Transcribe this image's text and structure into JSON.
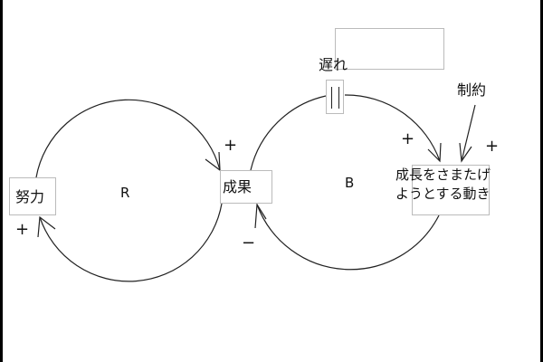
{
  "variables": {
    "effort": "努力",
    "result": "成果",
    "opposing_force": "成長をさまたげようとする動き",
    "opposing_force_line1": "成長をさまたげ",
    "opposing_force_line2": "ようとする動き",
    "constraint": "制約",
    "delay": "遅れ"
  },
  "loops": {
    "reinforcing": "R",
    "balancing": "B"
  },
  "polarities": {
    "effort_to_result": "+",
    "result_to_effort": "+",
    "result_to_opposing": "+",
    "constraint_to_opposing": "+",
    "opposing_to_result": "−"
  }
}
